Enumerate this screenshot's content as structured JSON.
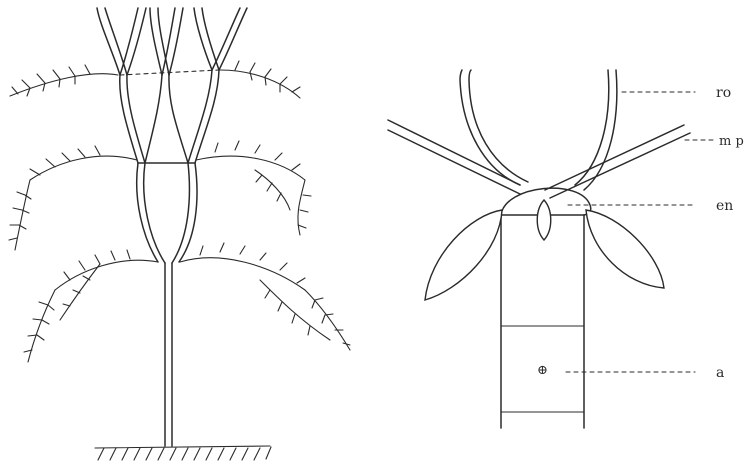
{
  "figure": {
    "callouts": [
      {
        "id": "ro",
        "text": "ro"
      },
      {
        "id": "mp",
        "text": "m p"
      },
      {
        "id": "en",
        "text": "en"
      },
      {
        "id": "a",
        "text": "a"
      }
    ],
    "inner_mark": "⊕"
  }
}
